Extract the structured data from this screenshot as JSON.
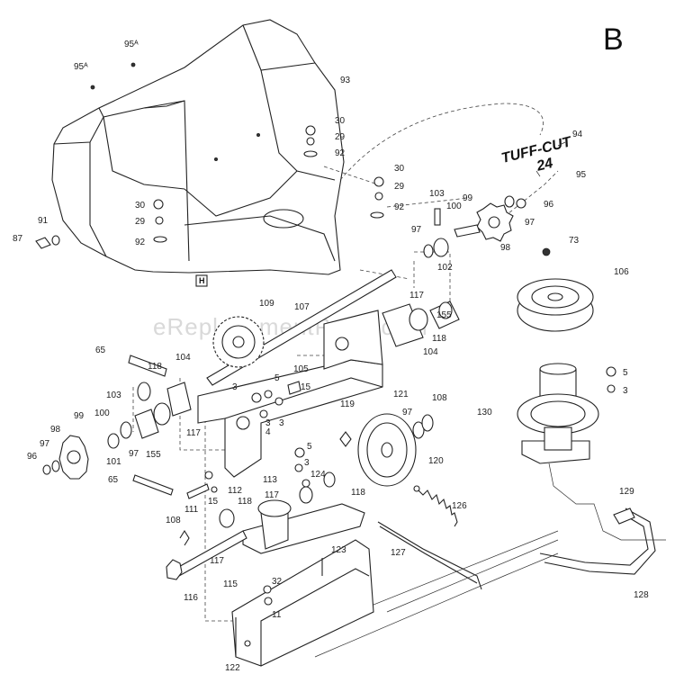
{
  "section_letter": "B",
  "watermark": "eReplacementParts.com",
  "logo": {
    "line1": "TUFF-CUT",
    "line2": "24"
  },
  "h_marker": "H",
  "callouts": [
    {
      "key": "95a_1",
      "text": "95ᴬ"
    },
    {
      "key": "95a_2",
      "text": "95ᴬ"
    },
    {
      "key": "93",
      "text": "93"
    },
    {
      "key": "30a",
      "text": "30"
    },
    {
      "key": "29a",
      "text": "29"
    },
    {
      "key": "92a",
      "text": "92"
    },
    {
      "key": "94",
      "text": "94"
    },
    {
      "key": "95",
      "text": "95"
    },
    {
      "key": "30b",
      "text": "30"
    },
    {
      "key": "29b",
      "text": "29"
    },
    {
      "key": "92b",
      "text": "92"
    },
    {
      "key": "30c",
      "text": "30"
    },
    {
      "key": "29c",
      "text": "29"
    },
    {
      "key": "92c",
      "text": "92"
    },
    {
      "key": "91",
      "text": "91"
    },
    {
      "key": "87",
      "text": "87"
    },
    {
      "key": "103a",
      "text": "103"
    },
    {
      "key": "99a",
      "text": "99"
    },
    {
      "key": "100a",
      "text": "100"
    },
    {
      "key": "96a",
      "text": "96"
    },
    {
      "key": "97a",
      "text": "97"
    },
    {
      "key": "97b",
      "text": "97"
    },
    {
      "key": "102",
      "text": "102"
    },
    {
      "key": "98a",
      "text": "98"
    },
    {
      "key": "73",
      "text": "73"
    },
    {
      "key": "106",
      "text": "106"
    },
    {
      "key": "109",
      "text": "109"
    },
    {
      "key": "107",
      "text": "107"
    },
    {
      "key": "117a",
      "text": "117"
    },
    {
      "key": "155a",
      "text": "155"
    },
    {
      "key": "104a",
      "text": "104"
    },
    {
      "key": "118a",
      "text": "118"
    },
    {
      "key": "65a",
      "text": "65"
    },
    {
      "key": "118b",
      "text": "118"
    },
    {
      "key": "104b",
      "text": "104"
    },
    {
      "key": "105",
      "text": "105"
    },
    {
      "key": "5a",
      "text": "5"
    },
    {
      "key": "3a",
      "text": "3"
    },
    {
      "key": "15a",
      "text": "15"
    },
    {
      "key": "3b",
      "text": "3"
    },
    {
      "key": "5b",
      "text": "5"
    },
    {
      "key": "3c",
      "text": "3"
    },
    {
      "key": "121",
      "text": "121"
    },
    {
      "key": "108a",
      "text": "108"
    },
    {
      "key": "130",
      "text": "130"
    },
    {
      "key": "5c",
      "text": "5"
    },
    {
      "key": "3d",
      "text": "3"
    },
    {
      "key": "103b",
      "text": "103"
    },
    {
      "key": "100b",
      "text": "100"
    },
    {
      "key": "99b",
      "text": "99"
    },
    {
      "key": "98b",
      "text": "98"
    },
    {
      "key": "97c",
      "text": "97"
    },
    {
      "key": "96b",
      "text": "96"
    },
    {
      "key": "101",
      "text": "101"
    },
    {
      "key": "97d",
      "text": "97"
    },
    {
      "key": "155b",
      "text": "155"
    },
    {
      "key": "117b",
      "text": "117"
    },
    {
      "key": "4",
      "text": "4"
    },
    {
      "key": "3e",
      "text": "3"
    },
    {
      "key": "119",
      "text": "119"
    },
    {
      "key": "97e",
      "text": "97"
    },
    {
      "key": "5d",
      "text": "5"
    },
    {
      "key": "3f",
      "text": "3"
    },
    {
      "key": "124",
      "text": "124"
    },
    {
      "key": "120",
      "text": "120"
    },
    {
      "key": "65b",
      "text": "65"
    },
    {
      "key": "112",
      "text": "112"
    },
    {
      "key": "113",
      "text": "113"
    },
    {
      "key": "117c",
      "text": "117"
    },
    {
      "key": "118c",
      "text": "118"
    },
    {
      "key": "111",
      "text": "111"
    },
    {
      "key": "15b",
      "text": "15"
    },
    {
      "key": "118d",
      "text": "118"
    },
    {
      "key": "126",
      "text": "126"
    },
    {
      "key": "129",
      "text": "129"
    },
    {
      "key": "108b",
      "text": "108"
    },
    {
      "key": "117d",
      "text": "117"
    },
    {
      "key": "123",
      "text": "123"
    },
    {
      "key": "127",
      "text": "127"
    },
    {
      "key": "116",
      "text": "116"
    },
    {
      "key": "115",
      "text": "115"
    },
    {
      "key": "32",
      "text": "32"
    },
    {
      "key": "11",
      "text": "11"
    },
    {
      "key": "128",
      "text": "128"
    },
    {
      "key": "122",
      "text": "122"
    }
  ]
}
